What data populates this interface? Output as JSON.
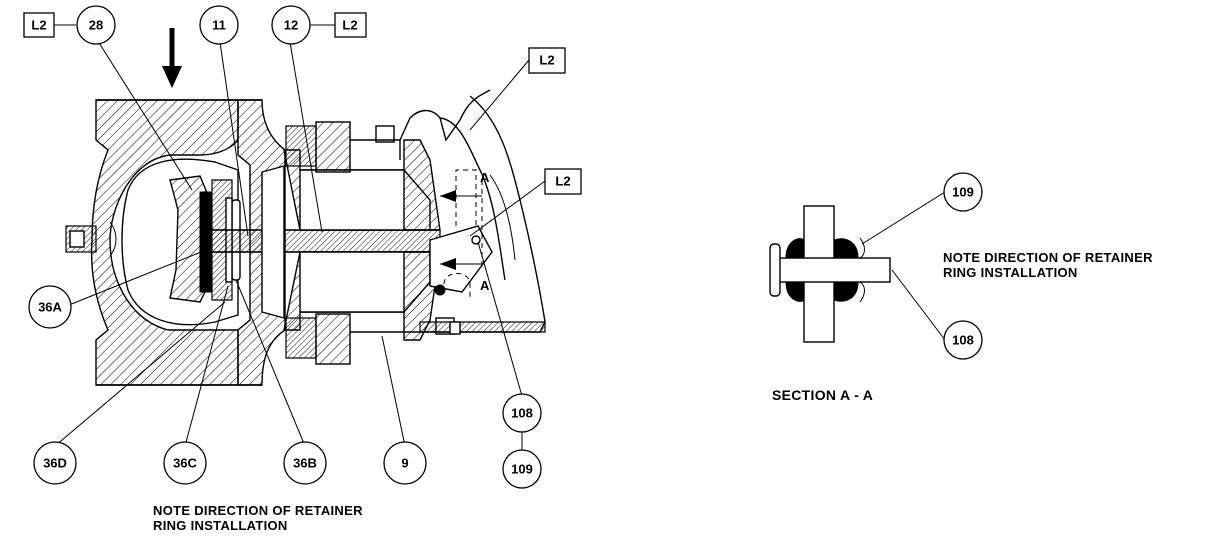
{
  "callouts": {
    "c28": "28",
    "c11": "11",
    "c12": "12",
    "c36a": "36A",
    "c36d": "36D",
    "c36c": "36C",
    "c36b": "36B",
    "c9": "9",
    "c108_main": "108",
    "c109_main": "109",
    "c109_section": "109",
    "c108_section": "108"
  },
  "box_labels": {
    "l2_top_left": "L2",
    "l2_top_mid": "L2",
    "l2_right_upper": "L2",
    "l2_right_lower": "L2"
  },
  "section_markers": {
    "upper": "A",
    "lower": "A"
  },
  "notes": {
    "main_line1": "NOTE DIRECTION OF RETAINER",
    "main_line2": "RING INSTALLATION",
    "section_line1": "NOTE DIRECTION OF RETAINER",
    "section_line2": "RING INSTALLATION",
    "section_title": "SECTION A - A"
  }
}
